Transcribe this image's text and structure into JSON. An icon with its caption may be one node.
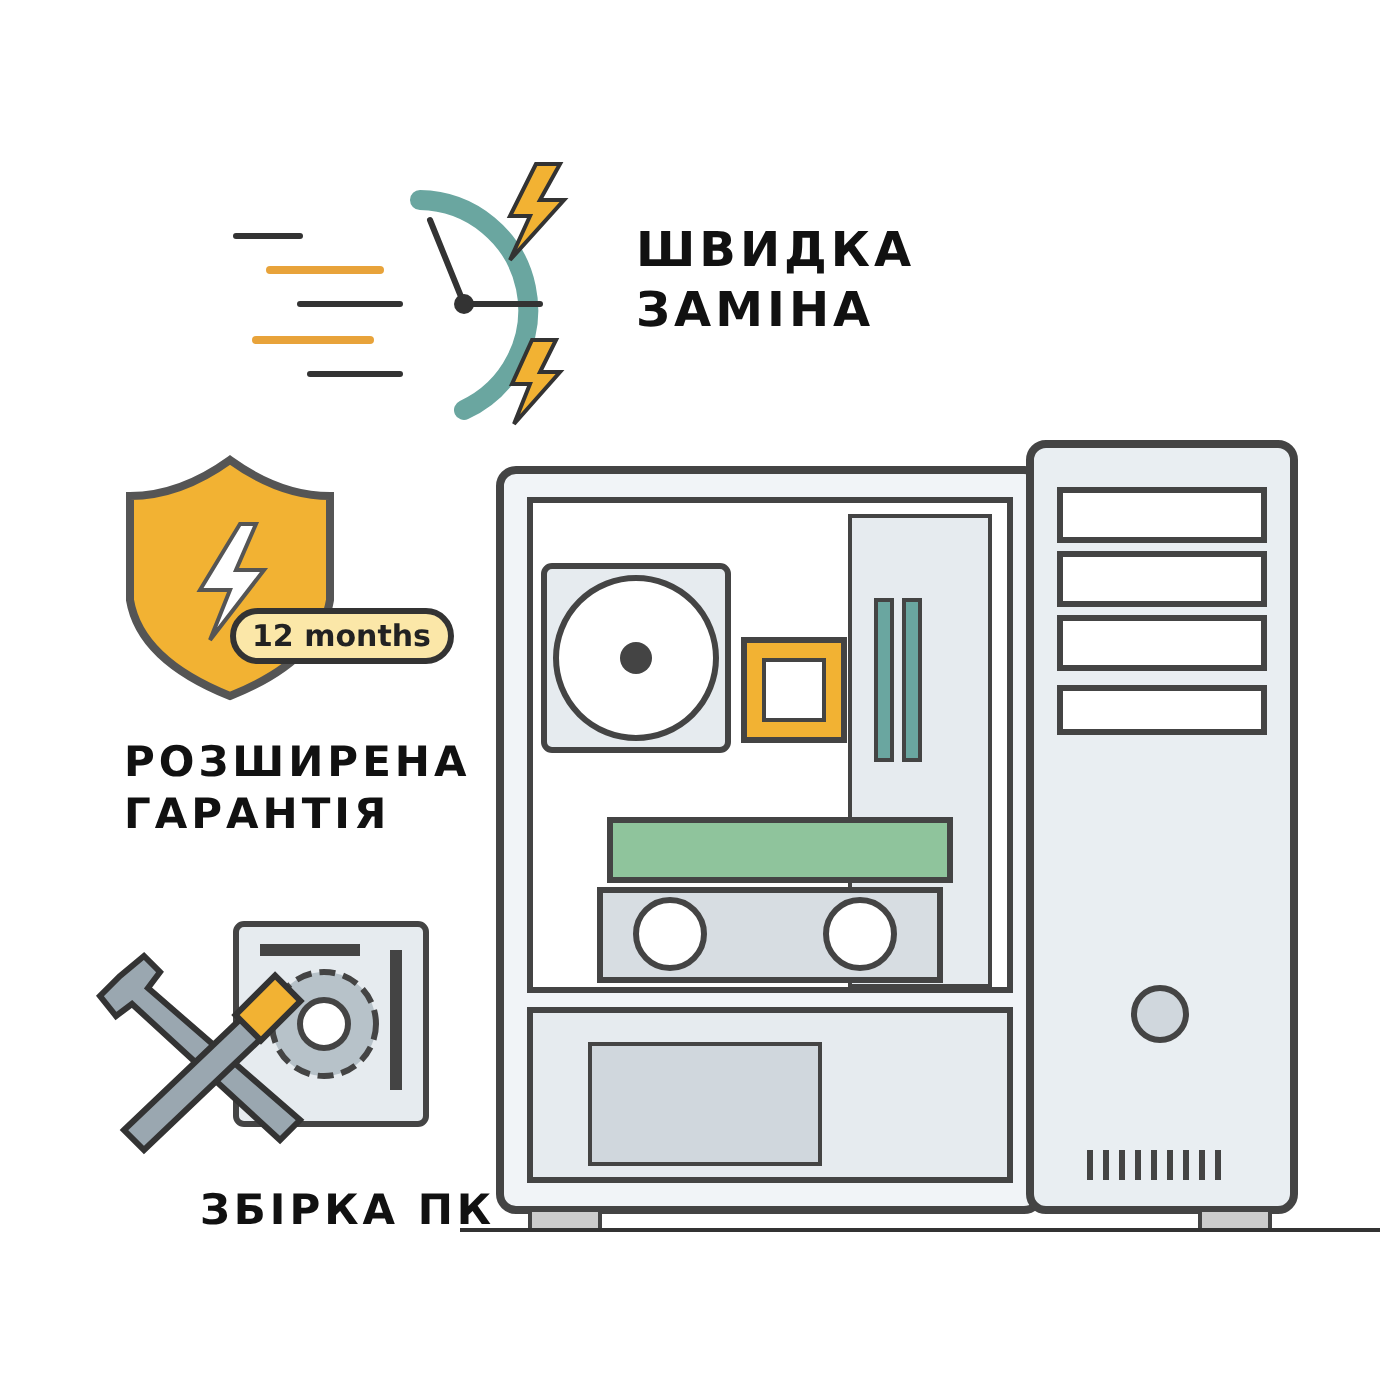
{
  "diagram": {
    "labels": [
      "ШВИДКА ЗАМІНА",
      "12 months",
      "РОЗШИРЕНА ГАРАНТІЯ",
      "ЗБІРКА ПК"
    ]
  }
}
